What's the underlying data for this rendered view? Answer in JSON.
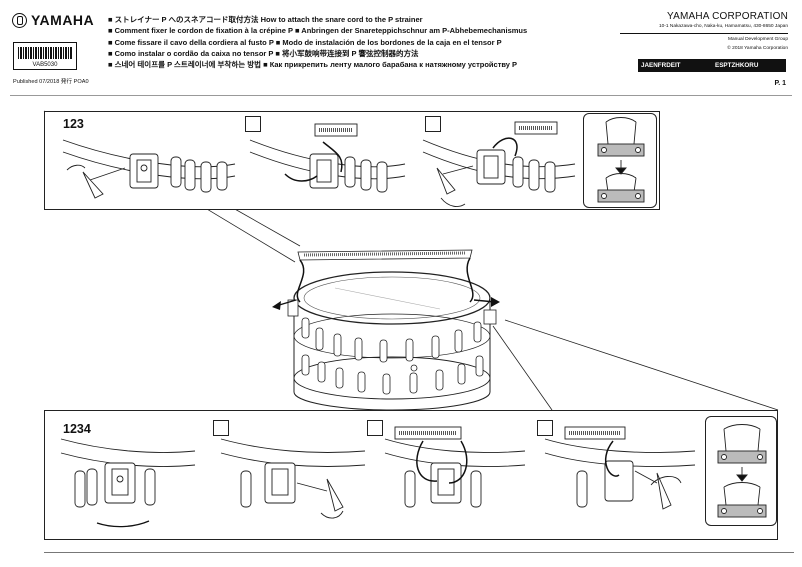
{
  "header": {
    "brand": "YAMAHA",
    "barcode_code": "VAB5030",
    "published": "Published 07/2018 発行 POA0",
    "titles": [
      "■ ストレイナー  P  へのスネアコード取付方法 How to attach the snare cord to the P strainer",
      "■ Comment fixer le cordon de fixation à la crépine P  ■ Anbringen der Snareteppichschnur am P-Abhebemechanismus",
      "■ Come fissare il cavo della cordiera al fusto P  ■ Modo de instalación de los bordones de la caja en el tensor P",
      "■ Como instalar o cordão da caixa no tensor P  ■ 将小军鼓响带连接到   P   響弦控制器的方法",
      "■ 스네어 테이프를 P 스트레이너에 부착하는 방법  ■ Как прикрепить ленту малого барабана к натяжному устройству P"
    ],
    "corp_name": "YAMAHA CORPORATION",
    "corp_address": "10-1 Nakazawa-cho, Naka-ku, Hamamatsu, 430-8650 Japan",
    "corp_group": "Manual Development Group",
    "corp_copyright": "© 2018 Yamaha Corporation",
    "lang_codes": [
      "JAENFRDEIT",
      "ESPTZHKORU"
    ],
    "page": "P. 1"
  },
  "top_panel": {
    "label": "123"
  },
  "bottom_panel": {
    "label": "1234"
  }
}
